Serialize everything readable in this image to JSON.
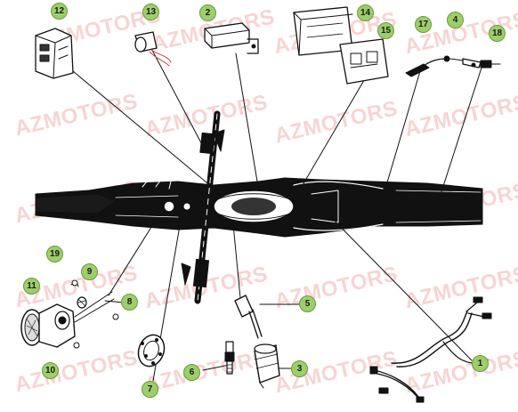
{
  "diagram": {
    "watermark_text": "AZMOTORS",
    "colors": {
      "callout_fill": "#9ccf6a",
      "callout_border": "#6a9a3e",
      "watermark": "#e67878",
      "ink": "#111111"
    },
    "callouts": [
      {
        "id": "c1",
        "label": "1"
      },
      {
        "id": "c2",
        "label": "2"
      },
      {
        "id": "c3",
        "label": "3"
      },
      {
        "id": "c4",
        "label": "4"
      },
      {
        "id": "c5",
        "label": "5"
      },
      {
        "id": "c6",
        "label": "6"
      },
      {
        "id": "c7",
        "label": "7"
      },
      {
        "id": "c8",
        "label": "8"
      },
      {
        "id": "c9",
        "label": "9"
      },
      {
        "id": "c10",
        "label": "10"
      },
      {
        "id": "c11",
        "label": "11"
      },
      {
        "id": "c12",
        "label": "12"
      },
      {
        "id": "c13",
        "label": "13"
      },
      {
        "id": "c14",
        "label": "14"
      },
      {
        "id": "c15",
        "label": "15"
      },
      {
        "id": "c17",
        "label": "17"
      },
      {
        "id": "c18",
        "label": "18"
      },
      {
        "id": "c19",
        "label": "19"
      }
    ]
  }
}
